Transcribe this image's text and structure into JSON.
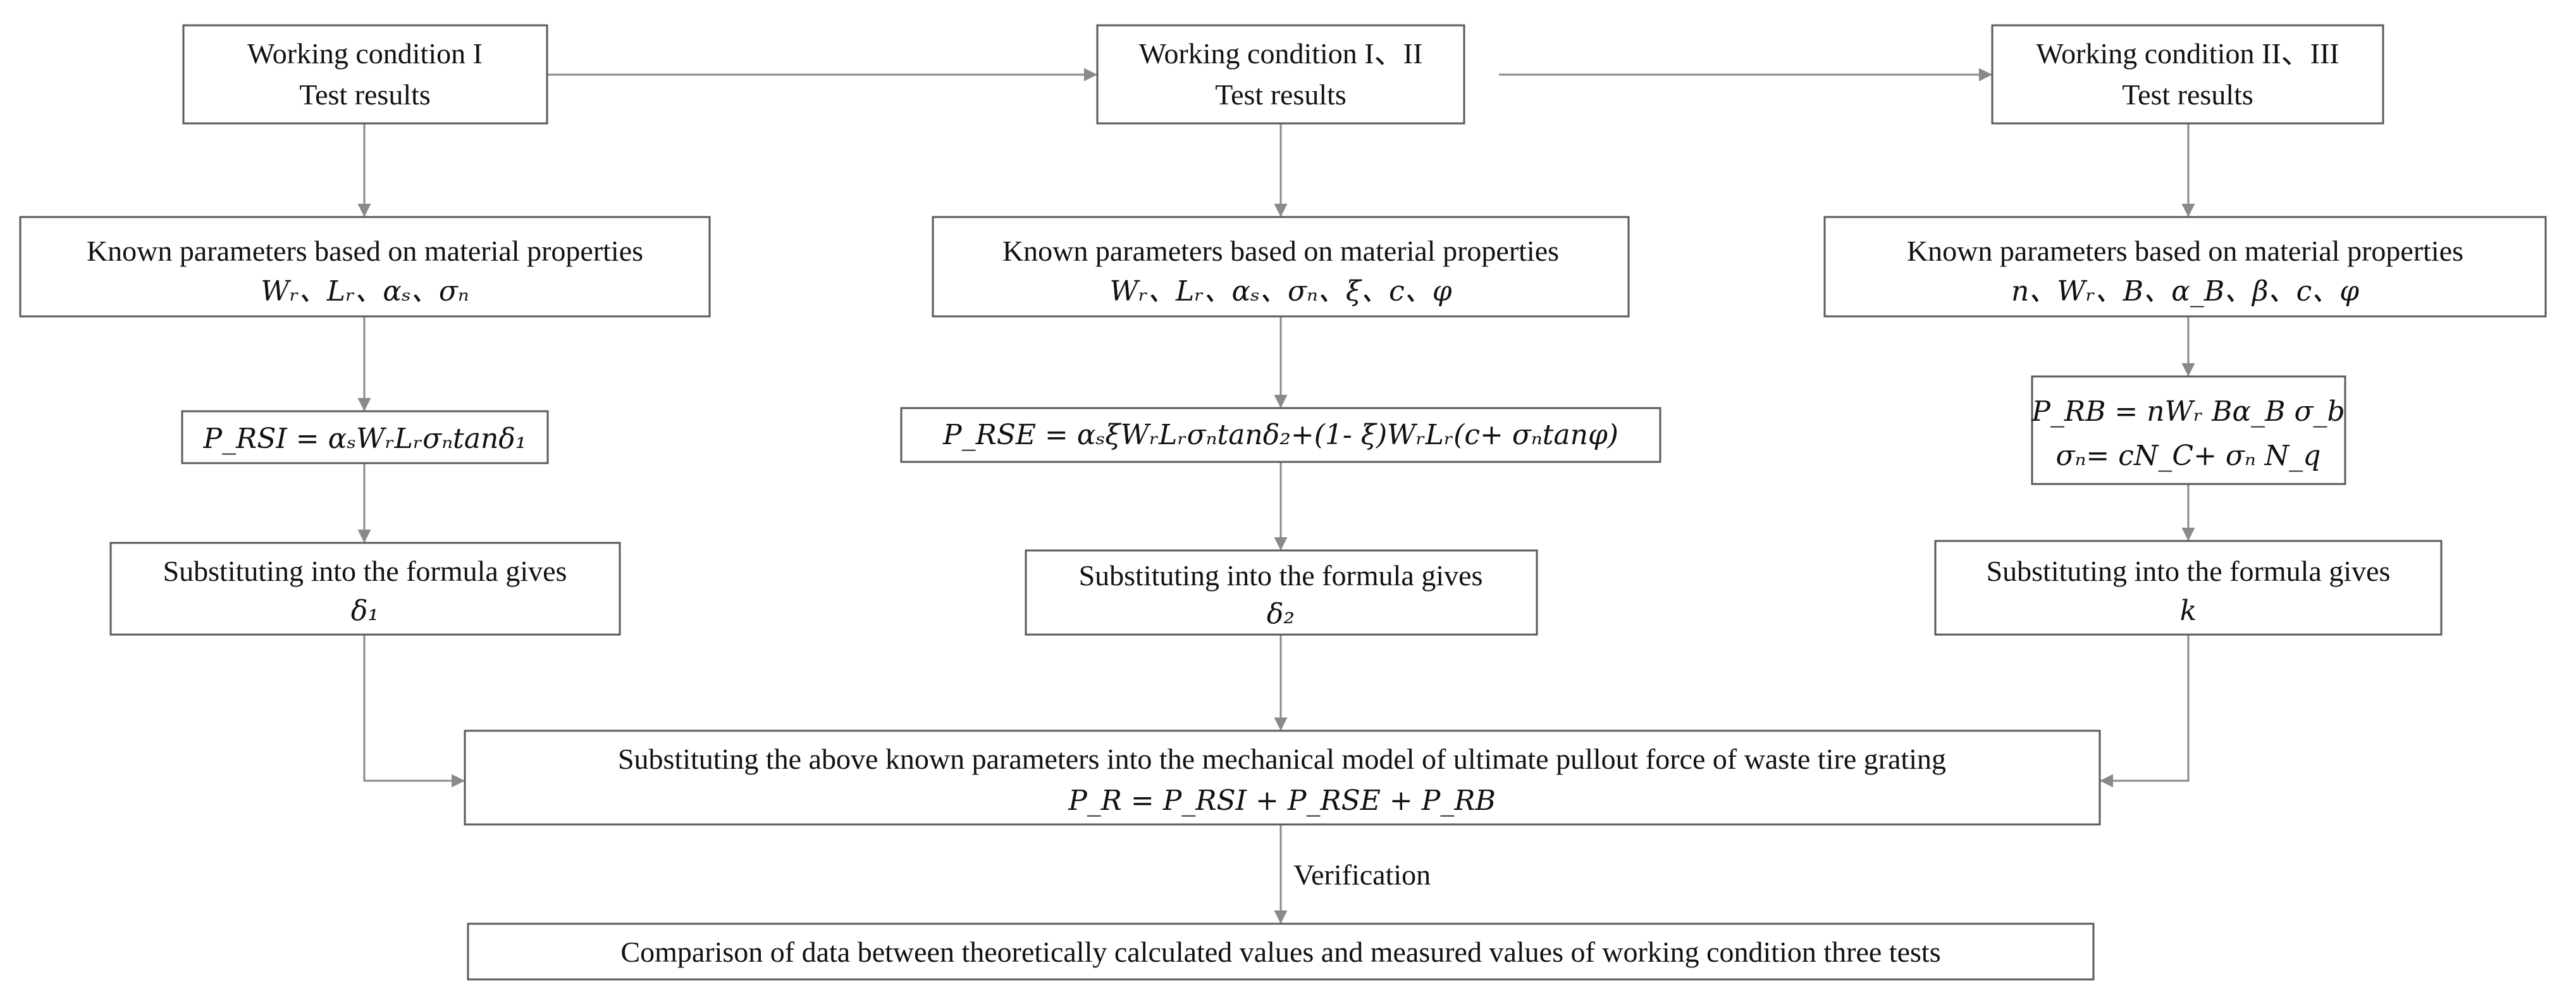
{
  "columns": [
    {
      "id": "cond1",
      "test": [
        "Working condition I",
        "Test results"
      ],
      "params": [
        "Known parameters based on material properties",
        "Wᵣ、Lᵣ、αₛ、σₙ"
      ],
      "formula": [
        "P_RSI = αₛWᵣLᵣσₙtanδ₁"
      ],
      "subst": [
        "Substituting into the formula gives",
        "δ₁"
      ]
    },
    {
      "id": "cond12",
      "test": [
        "Working condition I、II",
        "Test results"
      ],
      "params": [
        "Known parameters based on material properties",
        "Wᵣ、Lᵣ、αₛ、σₙ、ξ、c、φ"
      ],
      "formula": [
        "P_RSE = αₛξWᵣLᵣσₙtanδ₂+(1- ξ)WᵣLᵣ(c+ σₙtanφ)"
      ],
      "subst": [
        "Substituting into the formula gives",
        "δ₂"
      ]
    },
    {
      "id": "cond23",
      "test": [
        "Working condition II、III",
        "Test results"
      ],
      "params": [
        "Known parameters based on material properties",
        "n、Wᵣ、B、α_B、β、c、φ"
      ],
      "formula": [
        "P_RB = nWᵣ Bα_B σ_b",
        "σₙ= cN_C+ σₙ N_q"
      ],
      "subst": [
        "Substituting into the formula gives",
        "k"
      ]
    }
  ],
  "model": [
    "Substituting the above known parameters into the mechanical model of ultimate pullout force of waste tire grating",
    "P_R = P_RSI + P_RSE + P_RB"
  ],
  "verification_label": "Verification",
  "comparison": "Comparison of data between theoretically calculated values and measured values of working condition three tests"
}
